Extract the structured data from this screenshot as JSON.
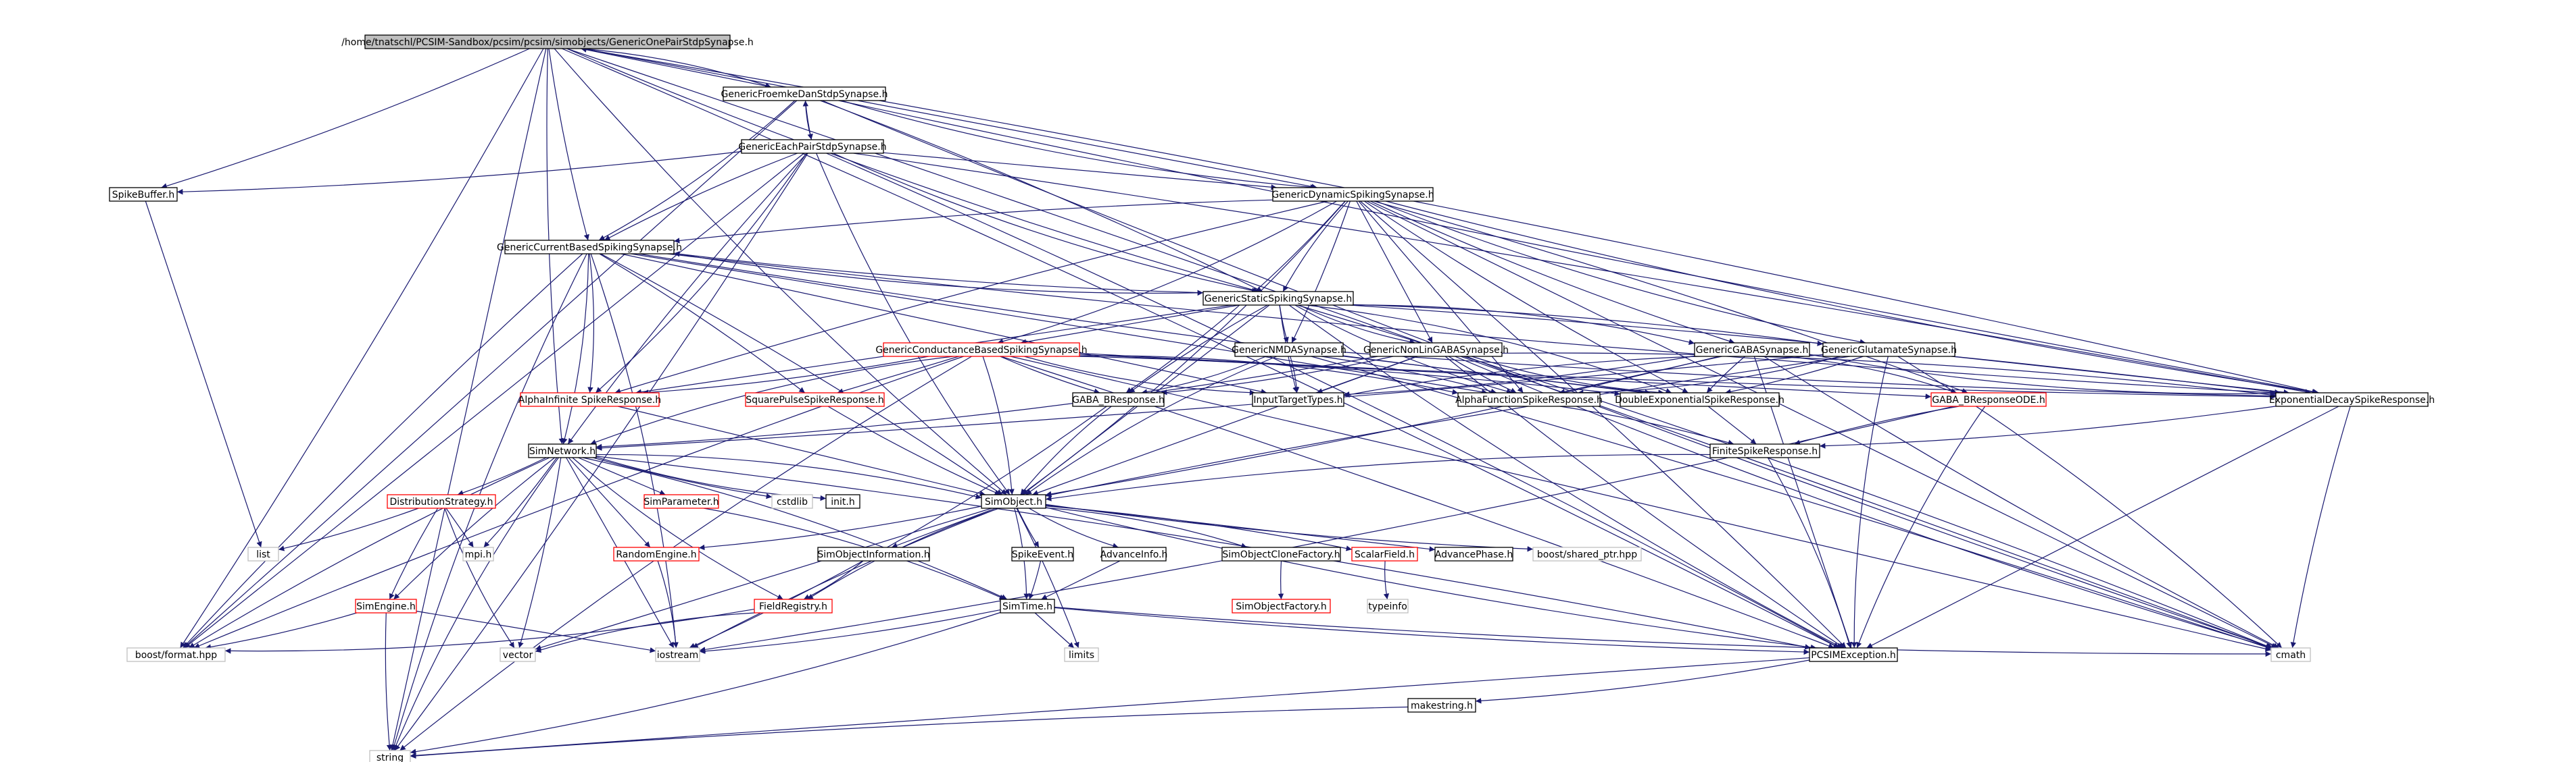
{
  "diagram_type": "include dependency graph",
  "colors": {
    "edge": "#191970",
    "node_border_documented": "#000000",
    "node_border_undocumented": "#ff0000",
    "node_border_system": "#bfbfbf",
    "root_fill": "#bfbfbf",
    "node_fill": "#ffffff",
    "text": "#000000"
  },
  "nodes": [
    {
      "id": "root",
      "label": "/home/tnatschl/PCSIM-Sandbox/pcsim/pcsim/simobjects/GenericOnePairStdpSynapse.h",
      "kind": "root"
    },
    {
      "id": "froemke",
      "label": "GenericFroemkeDanStdpSynapse.h",
      "kind": "doc"
    },
    {
      "id": "eachpair",
      "label": "GenericEachPairStdpSynapse.h",
      "kind": "doc"
    },
    {
      "id": "spikebuffer",
      "label": "SpikeBuffer.h",
      "kind": "doc"
    },
    {
      "id": "dynamic",
      "label": "GenericDynamicSpikingSynapse.h",
      "kind": "doc"
    },
    {
      "id": "current",
      "label": "GenericCurrentBasedSpikingSynapse.h",
      "kind": "doc"
    },
    {
      "id": "static",
      "label": "GenericStaticSpikingSynapse.h",
      "kind": "doc"
    },
    {
      "id": "conductance",
      "label": "GenericConductanceBasedSpikingSynapse.h",
      "kind": "undoc"
    },
    {
      "id": "nmda",
      "label": "GenericNMDASynapse.h",
      "kind": "doc"
    },
    {
      "id": "nonlingaba",
      "label": "GenericNonLinGABASynapse.h",
      "kind": "doc"
    },
    {
      "id": "gaba",
      "label": "GenericGABASynapse.h",
      "kind": "doc"
    },
    {
      "id": "glutamate",
      "label": "GenericGlutamateSynapse.h",
      "kind": "doc"
    },
    {
      "id": "alphainf",
      "label": "AlphaInfinite SpikeResponse.h",
      "kind": "undoc"
    },
    {
      "id": "squarepulse",
      "label": "SquarePulseSpikeResponse.h",
      "kind": "undoc"
    },
    {
      "id": "gababresp",
      "label": "GABA_BResponse.h",
      "kind": "doc"
    },
    {
      "id": "inputtarget",
      "label": "InputTargetTypes.h",
      "kind": "doc"
    },
    {
      "id": "alphafunc",
      "label": "AlphaFunctionSpikeResponse.h",
      "kind": "doc"
    },
    {
      "id": "doubleexp",
      "label": "DoubleExponentialSpikeResponse.h",
      "kind": "doc"
    },
    {
      "id": "gababode",
      "label": "GABA_BResponseODE.h",
      "kind": "undoc"
    },
    {
      "id": "expdecay",
      "label": "ExponentialDecaySpikeResponse.h",
      "kind": "doc"
    },
    {
      "id": "finite",
      "label": "FiniteSpikeResponse.h",
      "kind": "doc"
    },
    {
      "id": "simnetwork",
      "label": "SimNetwork.h",
      "kind": "doc"
    },
    {
      "id": "distribution",
      "label": "DistributionStrategy.h",
      "kind": "undoc"
    },
    {
      "id": "simparameter",
      "label": "SimParameter.h",
      "kind": "undoc"
    },
    {
      "id": "cstdlib",
      "label": "cstdlib",
      "kind": "sys"
    },
    {
      "id": "inth",
      "label": "init.h",
      "kind": "doc"
    },
    {
      "id": "simobject",
      "label": "SimObject.h",
      "kind": "doc"
    },
    {
      "id": "list",
      "label": "list",
      "kind": "sys"
    },
    {
      "id": "mpi",
      "label": "mpi.h",
      "kind": "sys"
    },
    {
      "id": "randomengine",
      "label": "RandomEngine.h",
      "kind": "undoc"
    },
    {
      "id": "simobjinfo",
      "label": "SimObjectInformation.h",
      "kind": "doc"
    },
    {
      "id": "spikeevent",
      "label": "SpikeEvent.h",
      "kind": "doc"
    },
    {
      "id": "advanceinfo",
      "label": "AdvanceInfo.h",
      "kind": "doc"
    },
    {
      "id": "clonefactory",
      "label": "SimObjectCloneFactory.h",
      "kind": "doc"
    },
    {
      "id": "scalarfield",
      "label": "ScalarField.h",
      "kind": "undoc"
    },
    {
      "id": "advancephase",
      "label": "AdvancePhase.h",
      "kind": "doc"
    },
    {
      "id": "sharedptr",
      "label": "boost/shared_ptr.hpp",
      "kind": "sys"
    },
    {
      "id": "simengine",
      "label": "SimEngine.h",
      "kind": "undoc"
    },
    {
      "id": "fieldregistry",
      "label": "FieldRegistry.h",
      "kind": "undoc"
    },
    {
      "id": "simtime",
      "label": "SimTime.h",
      "kind": "doc"
    },
    {
      "id": "simobjfactory",
      "label": "SimObjectFactory.h",
      "kind": "undoc"
    },
    {
      "id": "typeinfo",
      "label": "typeinfo",
      "kind": "sys"
    },
    {
      "id": "boostformat",
      "label": "boost/format.hpp",
      "kind": "sys"
    },
    {
      "id": "vector",
      "label": "vector",
      "kind": "sys"
    },
    {
      "id": "iostream",
      "label": "iostream",
      "kind": "sys"
    },
    {
      "id": "limits",
      "label": "limits",
      "kind": "sys"
    },
    {
      "id": "pcsimexception",
      "label": "PCSIMException.h",
      "kind": "doc"
    },
    {
      "id": "cmath",
      "label": "cmath",
      "kind": "sys"
    },
    {
      "id": "makestring",
      "label": "makestring.h",
      "kind": "doc"
    },
    {
      "id": "string",
      "label": "string",
      "kind": "sys"
    }
  ],
  "edges": [
    [
      "root",
      "froemke"
    ],
    [
      "root",
      "spikebuffer"
    ],
    [
      "root",
      "dynamic"
    ],
    [
      "root",
      "current"
    ],
    [
      "root",
      "static"
    ],
    [
      "root",
      "expdecay"
    ],
    [
      "root",
      "boostformat"
    ],
    [
      "root",
      "string"
    ],
    [
      "root",
      "simnetwork"
    ],
    [
      "root",
      "simobject"
    ],
    [
      "root",
      "pcsimexception"
    ],
    [
      "root",
      "cmath"
    ],
    [
      "froemke",
      "root"
    ],
    [
      "froemke",
      "eachpair"
    ],
    [
      "froemke",
      "dynamic"
    ],
    [
      "froemke",
      "current"
    ],
    [
      "froemke",
      "static"
    ],
    [
      "froemke",
      "boostformat"
    ],
    [
      "froemke",
      "expdecay"
    ],
    [
      "froemke",
      "cmath"
    ],
    [
      "eachpair",
      "froemke"
    ],
    [
      "eachpair",
      "spikebuffer"
    ],
    [
      "eachpair",
      "dynamic"
    ],
    [
      "eachpair",
      "current"
    ],
    [
      "eachpair",
      "static"
    ],
    [
      "eachpair",
      "alphainf"
    ],
    [
      "eachpair",
      "expdecay"
    ],
    [
      "eachpair",
      "boostformat"
    ],
    [
      "eachpair",
      "simnetwork"
    ],
    [
      "eachpair",
      "simobject"
    ],
    [
      "eachpair",
      "pcsimexception"
    ],
    [
      "eachpair",
      "string"
    ],
    [
      "spikebuffer",
      "list"
    ],
    [
      "dynamic",
      "current"
    ],
    [
      "dynamic",
      "static"
    ],
    [
      "dynamic",
      "conductance"
    ],
    [
      "dynamic",
      "nmda"
    ],
    [
      "dynamic",
      "nonlingaba"
    ],
    [
      "dynamic",
      "gaba"
    ],
    [
      "dynamic",
      "glutamate"
    ],
    [
      "dynamic",
      "gababresp"
    ],
    [
      "dynamic",
      "gababode"
    ],
    [
      "dynamic",
      "alphafunc"
    ],
    [
      "dynamic",
      "doubleexp"
    ],
    [
      "dynamic",
      "expdecay"
    ],
    [
      "dynamic",
      "simobject"
    ],
    [
      "dynamic",
      "pcsimexception"
    ],
    [
      "dynamic",
      "cmath"
    ],
    [
      "dynamic",
      "alphainf"
    ],
    [
      "current",
      "static"
    ],
    [
      "current",
      "alphainf"
    ],
    [
      "current",
      "squarepulse"
    ],
    [
      "current",
      "alphafunc"
    ],
    [
      "current",
      "doubleexp"
    ],
    [
      "current",
      "expdecay"
    ],
    [
      "current",
      "simnetwork"
    ],
    [
      "current",
      "simobject"
    ],
    [
      "current",
      "inputtarget"
    ],
    [
      "current",
      "boostformat"
    ],
    [
      "current",
      "string"
    ],
    [
      "current",
      "iostream"
    ],
    [
      "static",
      "current"
    ],
    [
      "static",
      "conductance"
    ],
    [
      "static",
      "nmda"
    ],
    [
      "static",
      "nonlingaba"
    ],
    [
      "static",
      "gaba"
    ],
    [
      "static",
      "glutamate"
    ],
    [
      "static",
      "alphainf"
    ],
    [
      "static",
      "gababresp"
    ],
    [
      "static",
      "alphafunc"
    ],
    [
      "static",
      "doubleexp"
    ],
    [
      "static",
      "expdecay"
    ],
    [
      "static",
      "simobject"
    ],
    [
      "static",
      "inputtarget"
    ],
    [
      "static",
      "pcsimexception"
    ],
    [
      "static",
      "cmath"
    ],
    [
      "conductance",
      "alphainf"
    ],
    [
      "conductance",
      "squarepulse"
    ],
    [
      "conductance",
      "gababresp"
    ],
    [
      "conductance",
      "inputtarget"
    ],
    [
      "conductance",
      "alphafunc"
    ],
    [
      "conductance",
      "doubleexp"
    ],
    [
      "conductance",
      "gababode"
    ],
    [
      "conductance",
      "expdecay"
    ],
    [
      "conductance",
      "simnetwork"
    ],
    [
      "conductance",
      "simobject"
    ],
    [
      "conductance",
      "pcsimexception"
    ],
    [
      "conductance",
      "cmath"
    ],
    [
      "conductance",
      "boostformat"
    ],
    [
      "conductance",
      "string"
    ],
    [
      "nmda",
      "inputtarget"
    ],
    [
      "nmda",
      "alphafunc"
    ],
    [
      "nmda",
      "doubleexp"
    ],
    [
      "nmda",
      "expdecay"
    ],
    [
      "nmda",
      "simobject"
    ],
    [
      "nmda",
      "gababresp"
    ],
    [
      "nmda",
      "cmath"
    ],
    [
      "nonlingaba",
      "inputtarget"
    ],
    [
      "nonlingaba",
      "alphafunc"
    ],
    [
      "nonlingaba",
      "doubleexp"
    ],
    [
      "nonlingaba",
      "expdecay"
    ],
    [
      "nonlingaba",
      "gababresp"
    ],
    [
      "nonlingaba",
      "simobject"
    ],
    [
      "nonlingaba",
      "pcsimexception"
    ],
    [
      "nonlingaba",
      "cmath"
    ],
    [
      "nonlingaba",
      "simnetwork"
    ],
    [
      "gaba",
      "inputtarget"
    ],
    [
      "gaba",
      "alphafunc"
    ],
    [
      "gaba",
      "doubleexp"
    ],
    [
      "gaba",
      "expdecay"
    ],
    [
      "gaba",
      "gababode"
    ],
    [
      "gaba",
      "simobject"
    ],
    [
      "gaba",
      "pcsimexception"
    ],
    [
      "gaba",
      "cmath"
    ],
    [
      "glutamate",
      "inputtarget"
    ],
    [
      "glutamate",
      "alphafunc"
    ],
    [
      "glutamate",
      "doubleexp"
    ],
    [
      "glutamate",
      "expdecay"
    ],
    [
      "glutamate",
      "simobject"
    ],
    [
      "glutamate",
      "pcsimexception"
    ],
    [
      "glutamate",
      "cmath"
    ],
    [
      "glutamate",
      "simnetwork"
    ],
    [
      "alphainf",
      "simobject"
    ],
    [
      "squarepulse",
      "simobject"
    ],
    [
      "gababresp",
      "simobject"
    ],
    [
      "gababresp",
      "iostream"
    ],
    [
      "alphafunc",
      "finite"
    ],
    [
      "doubleexp",
      "finite"
    ],
    [
      "gababode",
      "finite"
    ],
    [
      "gababode",
      "pcsimexception"
    ],
    [
      "gababode",
      "iostream"
    ],
    [
      "expdecay",
      "finite"
    ],
    [
      "expdecay",
      "pcsimexception"
    ],
    [
      "expdecay",
      "cmath"
    ],
    [
      "finite",
      "simobject"
    ],
    [
      "finite",
      "pcsimexception"
    ],
    [
      "simnetwork",
      "distribution"
    ],
    [
      "simnetwork",
      "simparameter"
    ],
    [
      "simnetwork",
      "cstdlib"
    ],
    [
      "simnetwork",
      "inth"
    ],
    [
      "simnetwork",
      "simobject"
    ],
    [
      "simnetwork",
      "mpi"
    ],
    [
      "simnetwork",
      "randomengine"
    ],
    [
      "simnetwork",
      "simengine"
    ],
    [
      "simnetwork",
      "fieldregistry"
    ],
    [
      "simnetwork",
      "simtime"
    ],
    [
      "simnetwork",
      "vector"
    ],
    [
      "simnetwork",
      "iostream"
    ],
    [
      "simnetwork",
      "boostformat"
    ],
    [
      "simnetwork",
      "string"
    ],
    [
      "simnetwork",
      "pcsimexception"
    ],
    [
      "distribution",
      "list"
    ],
    [
      "distribution",
      "mpi"
    ],
    [
      "distribution",
      "simengine"
    ],
    [
      "distribution",
      "vector"
    ],
    [
      "simparameter",
      "simtime"
    ],
    [
      "simobject",
      "randomengine"
    ],
    [
      "simobject",
      "simobjinfo"
    ],
    [
      "simobject",
      "spikeevent"
    ],
    [
      "simobject",
      "advanceinfo"
    ],
    [
      "simobject",
      "clonefactory"
    ],
    [
      "simobject",
      "scalarfield"
    ],
    [
      "simobject",
      "advancephase"
    ],
    [
      "simobject",
      "sharedptr"
    ],
    [
      "simobject",
      "fieldregistry"
    ],
    [
      "simobject",
      "simtime"
    ],
    [
      "simobject",
      "limits"
    ],
    [
      "simobject",
      "vector"
    ],
    [
      "simobject",
      "iostream"
    ],
    [
      "simobject",
      "pcsimexception"
    ],
    [
      "simobjinfo",
      "fieldregistry"
    ],
    [
      "spikeevent",
      "simtime"
    ],
    [
      "advanceinfo",
      "simtime"
    ],
    [
      "clonefactory",
      "simobjfactory"
    ],
    [
      "scalarfield",
      "typeinfo"
    ],
    [
      "randomengine",
      "iostream"
    ],
    [
      "simengine",
      "boostformat"
    ],
    [
      "simengine",
      "iostream"
    ],
    [
      "simengine",
      "string"
    ],
    [
      "fieldregistry",
      "vector"
    ],
    [
      "fieldregistry",
      "boostformat"
    ],
    [
      "simtime",
      "iostream"
    ],
    [
      "simtime",
      "limits"
    ],
    [
      "simtime",
      "pcsimexception"
    ],
    [
      "simtime",
      "cmath"
    ],
    [
      "simtime",
      "string"
    ],
    [
      "pcsimexception",
      "makestring"
    ],
    [
      "pcsimexception",
      "string"
    ],
    [
      "makestring",
      "string"
    ]
  ]
}
